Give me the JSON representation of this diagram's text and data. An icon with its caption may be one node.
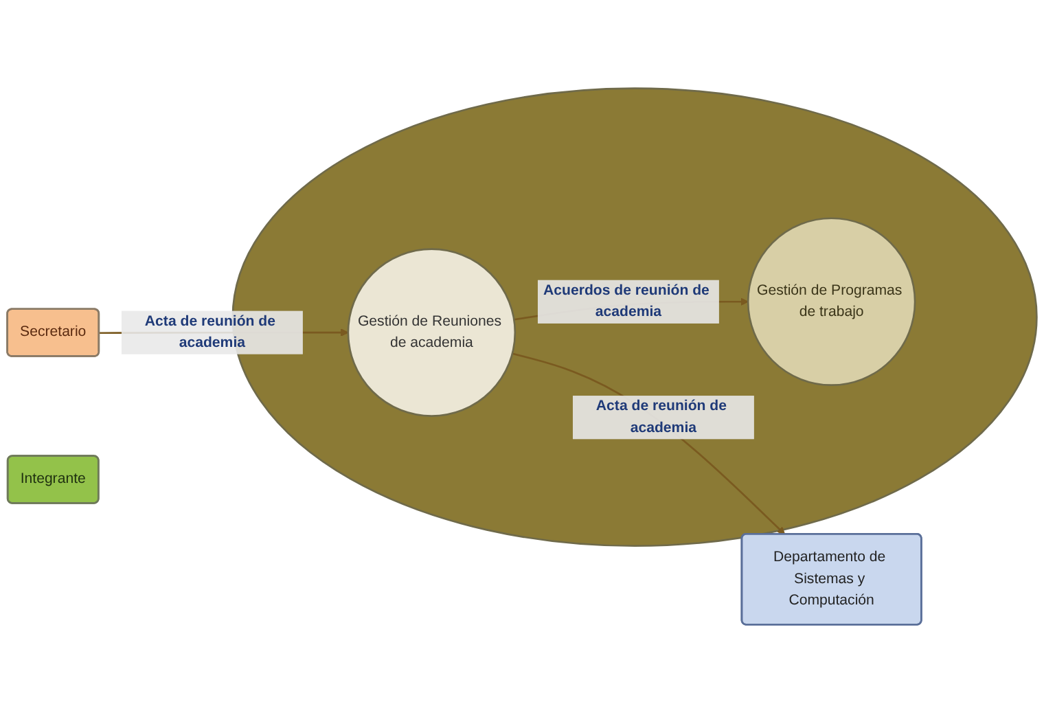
{
  "diagram": {
    "nodes": [
      {
        "text": [
          "Departamento de Sistemas y Computación"
        ]
      },
      {
        "text": [],
        "shape": "ellipse"
      },
      {
        "text": [
          "Gestión de Programas de trabajo"
        ],
        "in": 1
      },
      {
        "text": [
          "Gestión de Reuniones de academia"
        ],
        "in": 1
      },
      {
        "text": [
          "Secretario"
        ]
      },
      {
        "text": [
          "Integrante"
        ]
      }
    ],
    "edges": [
      {
        "from": 3,
        "to": 0,
        "arrow": "to",
        "label": "Acta de reunión de academia"
      },
      {
        "from": 4,
        "to": 3,
        "arrow": "to",
        "label": "Acta de reunión de academia"
      },
      {
        "from": 3,
        "to": 2,
        "arrow": "to",
        "label": "Acuerdos de reunión de academia"
      }
    ]
  }
}
